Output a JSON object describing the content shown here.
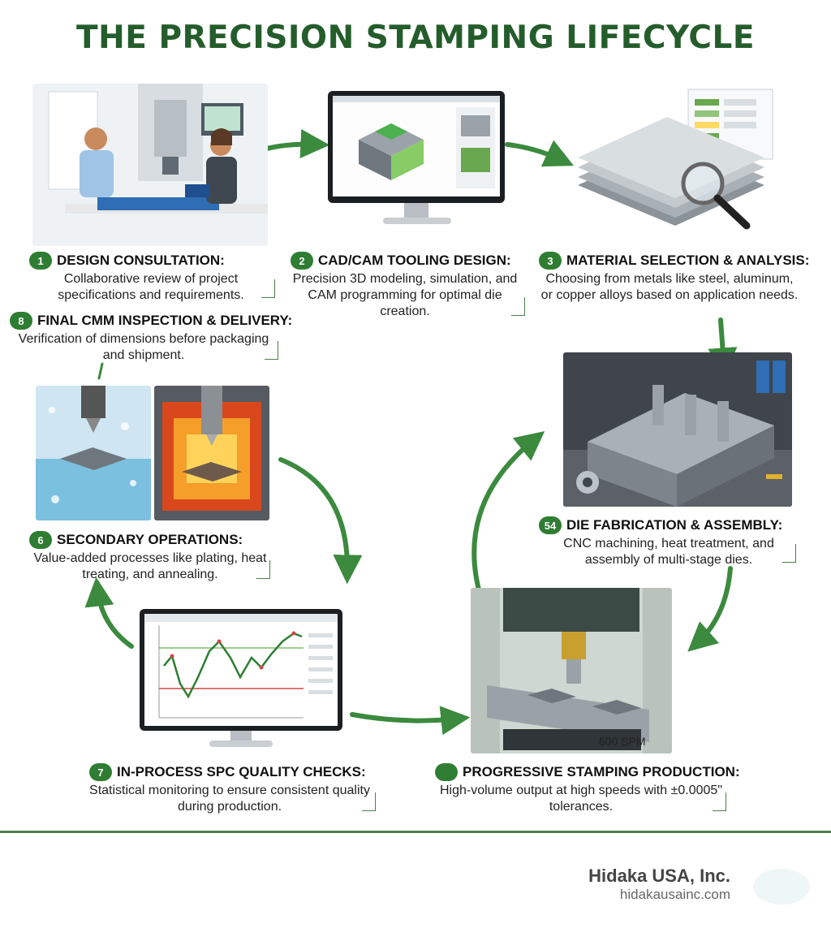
{
  "title": "THE PRECISION STAMPING LIFECYCLE",
  "steps": [
    {
      "num": "1",
      "title": "DESIGN CONSULTATION:",
      "desc": "Collaborative review of project specifications and requirements."
    },
    {
      "num": "2",
      "title": "CAD/CAM TOOLING DESIGN:",
      "desc": "Precision 3D modeling, simulation, and CAM programming for optimal die creation."
    },
    {
      "num": "3",
      "title": "MATERIAL SELECTION & ANALYSIS:",
      "desc": "Choosing from metals like steel, aluminum, or copper alloys based on application needs."
    },
    {
      "num": "54",
      "title": "DIE FABRICATION & ASSEMBLY:",
      "desc": "CNC machining, heat treatment, and assembly of multi-stage dies."
    },
    {
      "num": "",
      "title": "PROGRESSIVE STAMPING PRODUCTION:",
      "desc": "High-volume output at high speeds with ±0.0005\" tolerances."
    },
    {
      "num": "7",
      "title": "IN-PROCESS SPC QUALITY CHECKS:",
      "desc": "Statistical monitoring to ensure consistent quality during production."
    },
    {
      "num": "6",
      "title": "SECONDARY OPERATIONS:",
      "desc": "Value-added processes like plating, heat treating, and annealing."
    },
    {
      "num": "8",
      "title": "FINAL CMM INSPECTION & DELIVERY:",
      "desc": "Verification of dimensions before packaging and shipment."
    }
  ],
  "press_label": "600 SPM",
  "footer": {
    "company": "Hidaka USA, Inc.",
    "website": "hidakausainc.com"
  },
  "colors": {
    "accent": "#2e7d32",
    "title": "#245d2b",
    "arrow": "#3b8a3e"
  }
}
